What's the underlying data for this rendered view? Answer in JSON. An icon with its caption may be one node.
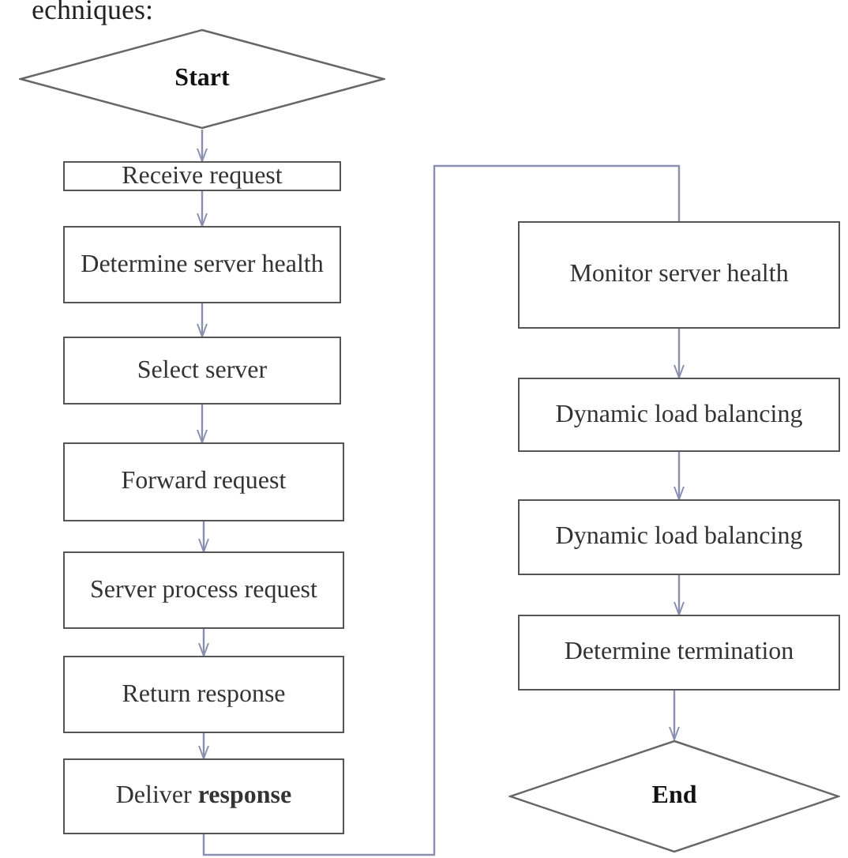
{
  "diagram": {
    "nodes": [
      {
        "text": [
          "Start"
        ]
      },
      {
        "text": [
          "Receive request"
        ]
      },
      {
        "text": [
          "Determine server health"
        ]
      },
      {
        "text": [
          "Select server"
        ]
      },
      {
        "text": [
          "Forward request"
        ]
      },
      {
        "text": [
          "Server process request"
        ]
      },
      {
        "text": [
          "Return response"
        ]
      },
      {
        "text": [
          "Deliver **response**"
        ]
      },
      {
        "text": [
          "Monitor server health"
        ]
      },
      {
        "text": [
          "Dynamic load balancing"
        ]
      },
      {
        "text": [
          "Dynamic load balancing"
        ]
      },
      {
        "text": [
          "Determine termination"
        ]
      },
      {
        "text": [
          "End"
        ]
      }
    ],
    "edges": [
      {
        "from": 0,
        "to": 1,
        "arrow": "to"
      },
      {
        "from": 1,
        "to": 2,
        "arrow": "to"
      },
      {
        "from": 2,
        "to": 3,
        "arrow": "to"
      },
      {
        "from": 3,
        "to": 4,
        "arrow": "to"
      },
      {
        "from": 4,
        "to": 5,
        "arrow": "to"
      },
      {
        "from": 5,
        "to": 6,
        "arrow": "to"
      },
      {
        "from": 6,
        "to": 7,
        "arrow": "to"
      },
      {
        "from": 7,
        "to": 8,
        "arrow": "none"
      },
      {
        "from": 8,
        "to": 9,
        "arrow": "to"
      },
      {
        "from": 9,
        "to": 10,
        "arrow": "to"
      },
      {
        "from": 10,
        "to": 11,
        "arrow": "to"
      },
      {
        "from": 11,
        "to": 12,
        "arrow": "to"
      }
    ],
    "labels": [
      "echniques:"
    ]
  }
}
